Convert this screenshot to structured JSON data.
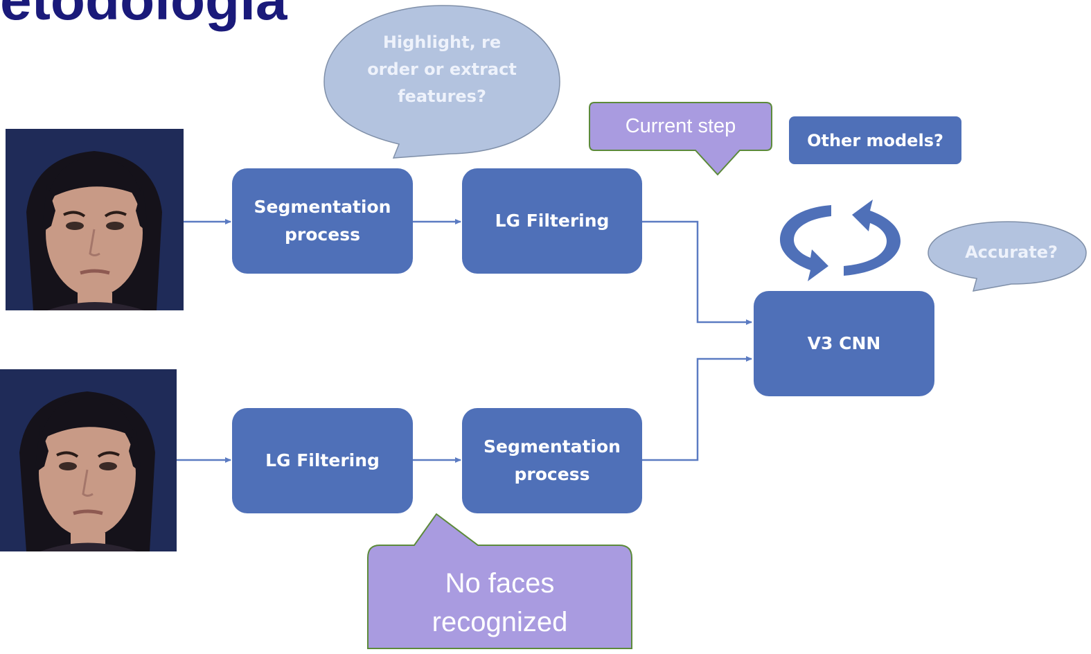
{
  "title": "etodología",
  "nodes": {
    "segmentation_top": [
      "Segmentation",
      "process"
    ],
    "lg_filtering_top": "LG Filtering",
    "lg_filtering_bottom": "LG Filtering",
    "segmentation_bottom": [
      "Segmentation",
      "process"
    ],
    "v3_cnn": "V3 CNN",
    "other_models": "Other models?"
  },
  "callouts": {
    "features_question": [
      "Highlight, re",
      "order or extract",
      "features?"
    ],
    "accurate_question": "Accurate?",
    "current_step": "Current step",
    "no_faces": [
      "No faces",
      "recognized"
    ]
  },
  "colors": {
    "box_blue": "#4f70b8",
    "bubble_light": "#b3c3df",
    "callout_purple": "#a99be0",
    "callout_border": "#5c8a3a",
    "title_navy": "#1a1a7a",
    "connector": "#5b7bc2"
  },
  "images": {
    "input_face_top": "face-photo",
    "input_face_bottom": "face-photo"
  }
}
